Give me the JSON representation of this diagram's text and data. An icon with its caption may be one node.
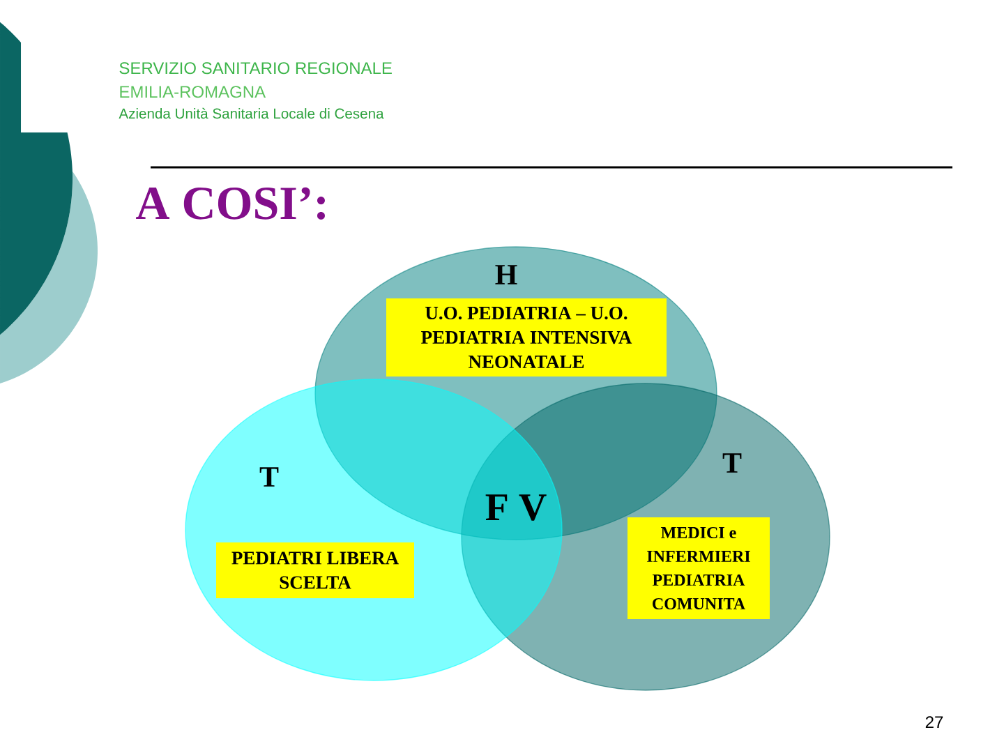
{
  "diagram": {
    "title": "A COSI’:",
    "nodes": [
      {
        "text": [
          "H"
        ]
      },
      {
        "text": [
          "U.O. PEDIATRIA – U.O. PEDIATRIA INTENSIVA NEONATALE"
        ],
        "in": 0
      },
      {
        "text": [
          "T"
        ]
      },
      {
        "text": [
          "PEDIATRI LIBERA SCELTA"
        ],
        "in": 2
      },
      {
        "text": [
          "T"
        ]
      },
      {
        "text": [
          "MEDICI e INFERMIERI PEDIATRIA COMUNITA"
        ],
        "in": 4
      }
    ],
    "labels": [
      "SERVIZIO SANITARIO REGIONALE",
      "EMILIA-ROMAGNA",
      "Azienda Unità Sanitaria Locale di Cesena",
      "F V",
      "27"
    ]
  }
}
